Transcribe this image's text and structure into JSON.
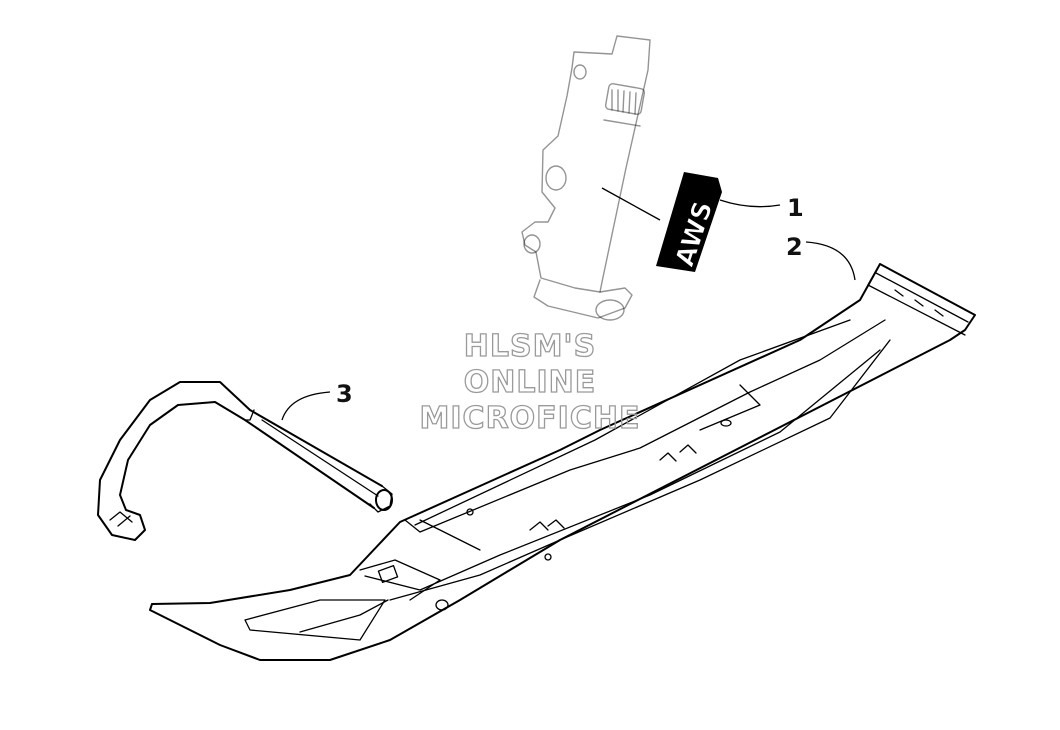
{
  "diagram": {
    "callouts": [
      {
        "id": "1",
        "label": "1"
      },
      {
        "id": "2",
        "label": "2"
      },
      {
        "id": "3",
        "label": "3"
      }
    ],
    "decal_text": "AWS",
    "watermark": [
      "HLSM'S",
      "ONLINE",
      "MICROFICHE"
    ]
  }
}
